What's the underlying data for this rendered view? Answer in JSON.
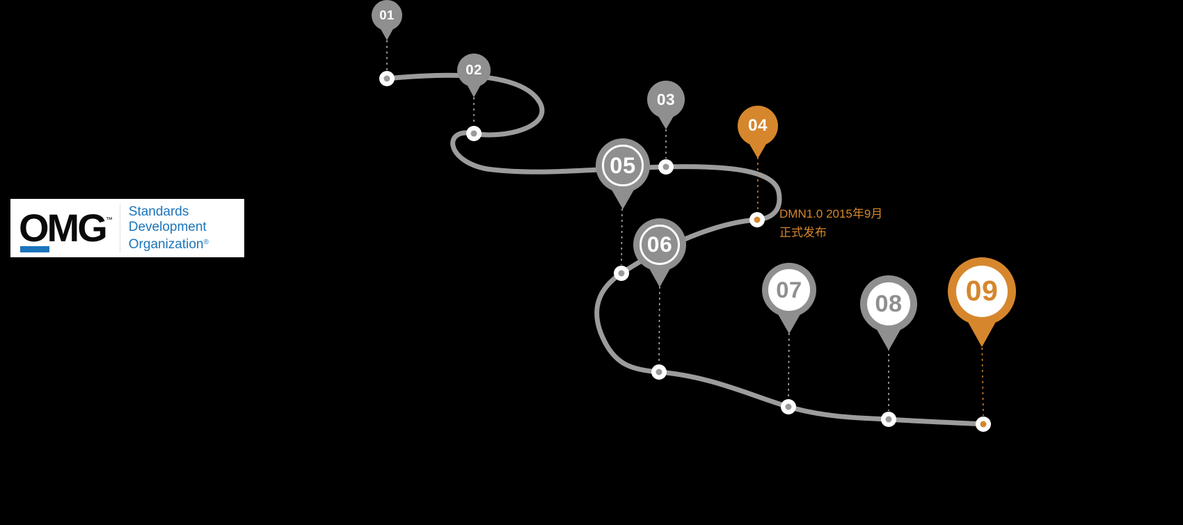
{
  "canvas": {
    "background": "#000000"
  },
  "colors": {
    "pin_gray": "#8F8F8F",
    "pin_orange": "#D6872D",
    "path_gray": "#9C9C9C",
    "logo_blue": "#1B75BC"
  },
  "logo": {
    "brand": "OMG",
    "trademark": "™",
    "line1": "Standards",
    "line2": "Development",
    "line3": "Organization",
    "registered": "®"
  },
  "timeline": {
    "pins": [
      {
        "label": "01",
        "color": "gray"
      },
      {
        "label": "02",
        "color": "gray"
      },
      {
        "label": "03",
        "color": "gray"
      },
      {
        "label": "04",
        "color": "orange"
      },
      {
        "label": "05",
        "color": "gray"
      },
      {
        "label": "06",
        "color": "gray"
      },
      {
        "label": "07",
        "color": "gray"
      },
      {
        "label": "08",
        "color": "gray"
      },
      {
        "label": "09",
        "color": "orange"
      }
    ],
    "annotation": {
      "line1": "DMN1.0  2015年9月",
      "line2": "正式发布"
    }
  }
}
